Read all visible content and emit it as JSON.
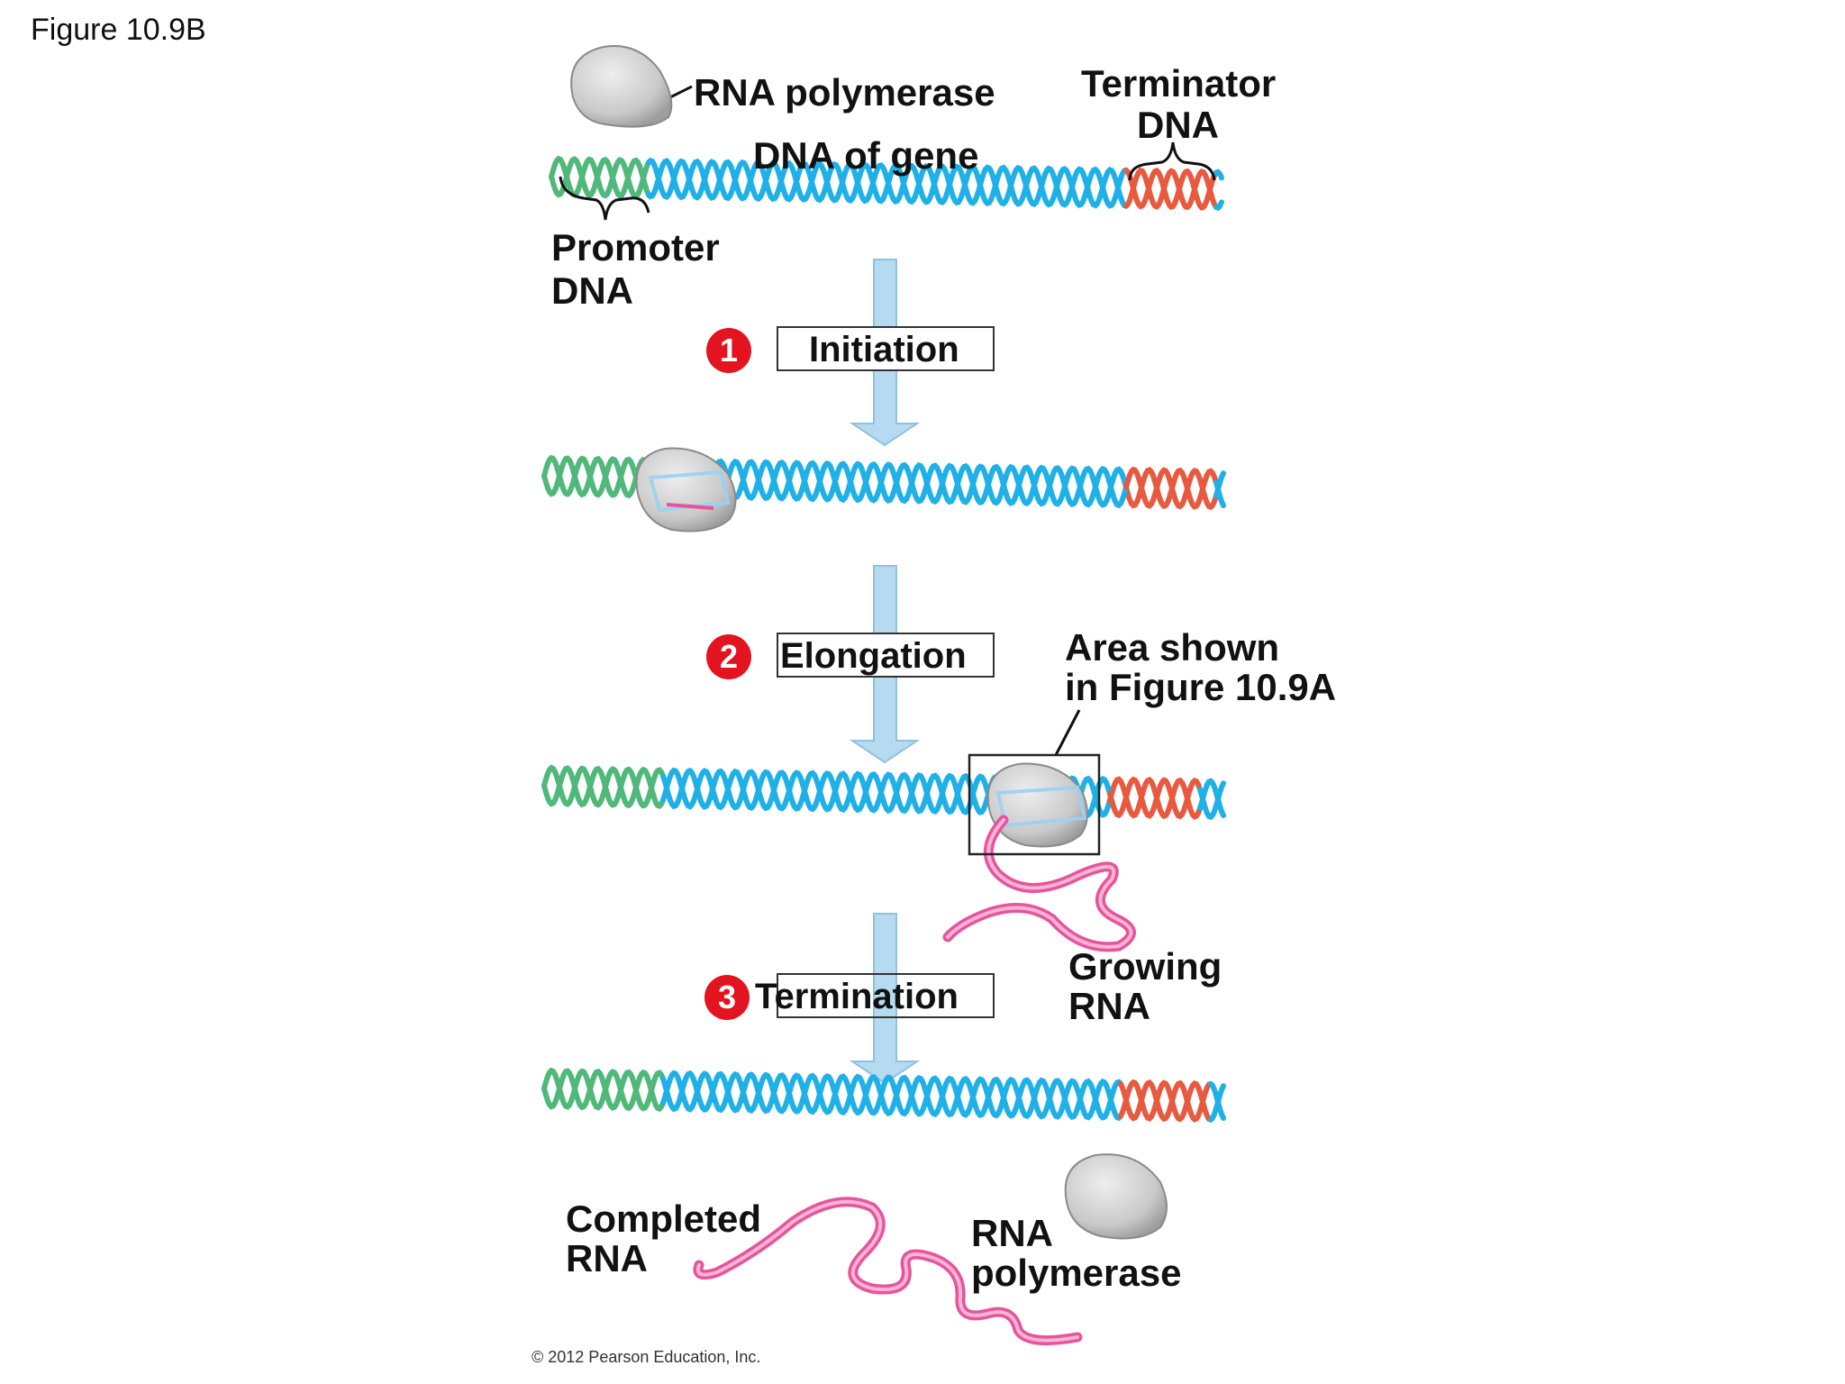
{
  "figure_label": "Figure 10.9B",
  "labels": {
    "rna_polymerase": "RNA polymerase",
    "terminator_line1": "Terminator",
    "terminator_line2": "DNA",
    "dna_of_gene": "DNA of gene",
    "promoter_line1": "Promoter",
    "promoter_line2": "DNA",
    "area_line1": "Area shown",
    "area_line2": "in Figure 10.9A",
    "growing_line1": "Growing",
    "growing_line2": "RNA",
    "completed_line1": "Completed",
    "completed_line2": "RNA",
    "rna_pol_end_line1": "RNA",
    "rna_pol_end_line2": "polymerase"
  },
  "steps": [
    {
      "number": "1",
      "label": "Initiation"
    },
    {
      "number": "2",
      "label": "Elongation"
    },
    {
      "number": "3",
      "label": "Termination"
    }
  ],
  "copyright": "© 2012 Pearson Education, Inc.",
  "colors": {
    "promoter": "#4fb87a",
    "gene": "#1fb0e8",
    "terminator": "#e85a3f",
    "rna": "#e8539c",
    "polymerase": "#c9c9c9",
    "arrow": "#b6daf0",
    "badge": "#e3141f"
  }
}
